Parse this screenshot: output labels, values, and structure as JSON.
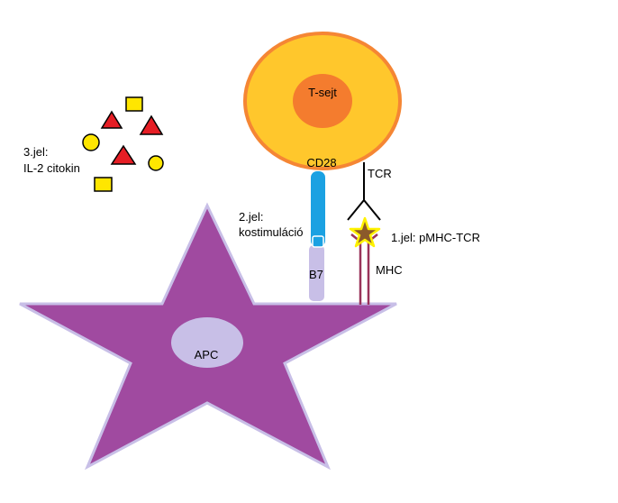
{
  "labels": {
    "t_cell": "T-sejt",
    "cd28": "CD28",
    "tcr": "TCR",
    "apc": "APC",
    "b7": "B7",
    "mhc": "MHC",
    "signal1": "1.jel:  pMHC-TCR",
    "signal2_line1": "2.jel:",
    "signal2_line2": "kostimuláció",
    "signal3_line1": "3.jel:",
    "signal3_line2": "IL-2 citokin"
  },
  "colors": {
    "t_cell_body": "#ffc72c",
    "t_cell_border": "#f58634",
    "t_cell_nucleus": "#f47c2e",
    "apc_body": "#a04aa0",
    "apc_nucleus": "#c8bfe7",
    "b7": "#c8bfe7",
    "cd28": "#1ba1e2",
    "mhc": "#99335a",
    "antigen_star": "#8b5a2b",
    "antigen_glow": "#fff200",
    "cytokine_red": "#e61e25",
    "cytokine_yellow": "#ffe600"
  },
  "cytokines": [
    {
      "shape": "triangle",
      "color": "red"
    },
    {
      "shape": "square",
      "color": "yellow"
    },
    {
      "shape": "triangle",
      "color": "red"
    },
    {
      "shape": "circle",
      "color": "yellow"
    },
    {
      "shape": "triangle",
      "color": "red"
    },
    {
      "shape": "circle",
      "color": "yellow"
    },
    {
      "shape": "square",
      "color": "yellow"
    }
  ]
}
